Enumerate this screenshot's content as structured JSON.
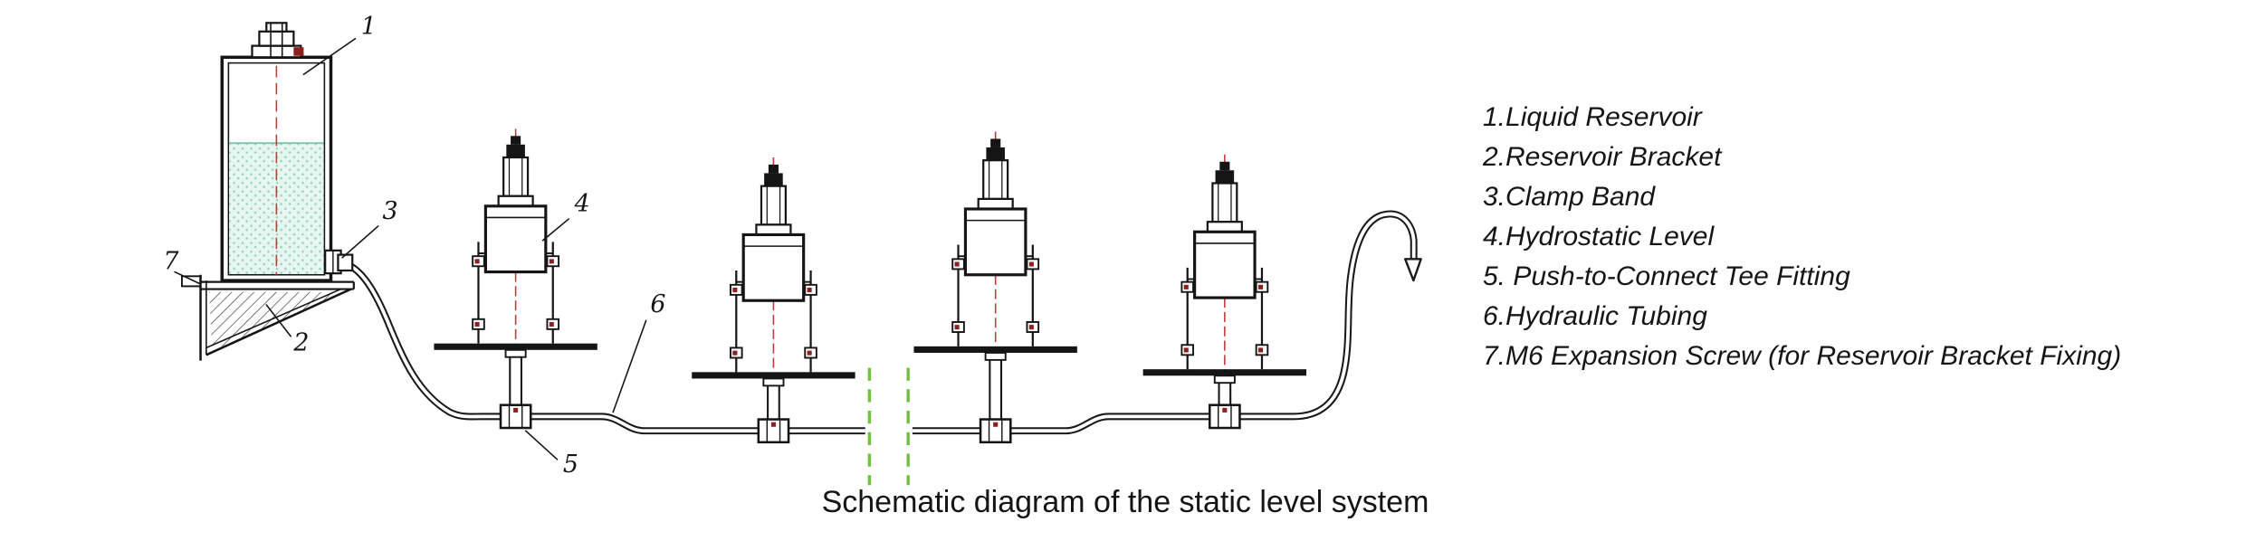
{
  "diagram": {
    "caption": "Schematic diagram of the static level system",
    "callouts": {
      "c1": "1",
      "c2": "2",
      "c3": "3",
      "c4": "4",
      "c5": "5",
      "c6": "6",
      "c7": "7"
    },
    "legend_items": [
      "1.Liquid Reservoir",
      "2.Reservoir Bracket",
      "3.Clamp Band",
      "4.Hydrostatic Level",
      "5. Push-to-Connect Tee Fitting",
      "6.Hydraulic Tubing",
      "7.M6 Expansion Screw (for Reservoir Bracket Fixing)"
    ],
    "colors": {
      "line": "#1a1a1a",
      "centerline_red": "#c43a3a",
      "accent_red": "#8e1f1f",
      "liquid_fill": "#e7f6f0",
      "liquid_dot": "#93d2bf",
      "break_green": "#74c043"
    }
  }
}
